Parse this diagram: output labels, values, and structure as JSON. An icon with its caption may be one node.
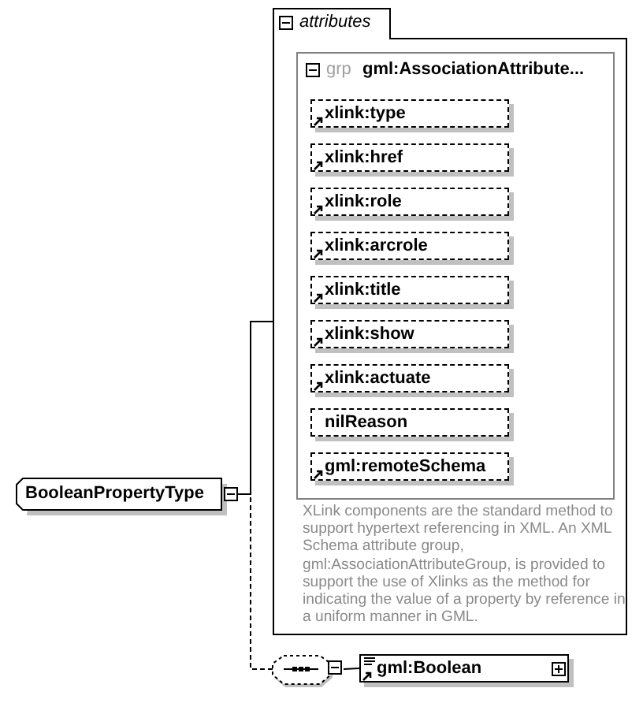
{
  "diagram": {
    "nodes": [
      {
        "text": [
          "BooleanPropertyType"
        ]
      },
      {
        "text": [
          "attributes",
          "XLink components are the standard method to support hypertext referencing in XML. An XML Schema attribute group, gml:AssociationAttributeGroup, is provided to support the use of Xlinks as the method for indicating the value of a property by reference in a uniform manner in GML."
        ]
      },
      {
        "text": [
          "grp",
          "gml:AssociationAttribute..."
        ],
        "in": 1
      },
      {
        "text": [
          "xlink:type"
        ],
        "in": 2
      },
      {
        "text": [
          "xlink:href"
        ],
        "in": 2
      },
      {
        "text": [
          "xlink:role"
        ],
        "in": 2
      },
      {
        "text": [
          "xlink:arcrole"
        ],
        "in": 2
      },
      {
        "text": [
          "xlink:title"
        ],
        "in": 2
      },
      {
        "text": [
          "xlink:show"
        ],
        "in": 2
      },
      {
        "text": [
          "xlink:actuate"
        ],
        "in": 2
      },
      {
        "text": [
          "nilReason"
        ],
        "in": 2
      },
      {
        "text": [
          "gml:remoteSchema"
        ],
        "in": 2
      },
      {
        "text": [],
        "shape": "octagon"
      },
      {
        "text": [
          "gml:Boolean"
        ]
      }
    ],
    "edges": [
      {
        "from": 0,
        "to": 1,
        "arrow": "none"
      },
      {
        "from": 0,
        "to": 12,
        "arrow": "none",
        "style": "dashed"
      },
      {
        "from": 12,
        "to": 13,
        "arrow": "none"
      }
    ]
  }
}
